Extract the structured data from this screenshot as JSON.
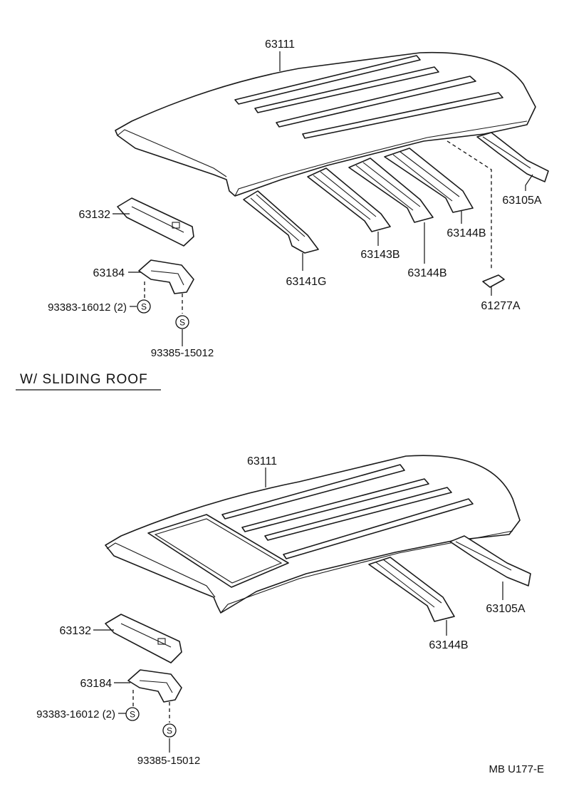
{
  "diagram": {
    "section_title": "W/ SLIDING ROOF",
    "footer_code": "MB U177-E",
    "fastener_symbol": "S",
    "top_assembly": {
      "roof_panel": "63111",
      "front_header": "63132",
      "bracket": "63184",
      "screw_a": "93383-16012 (2)",
      "screw_b": "93385-15012",
      "bow_front": "63141G",
      "bow_center": "63143B",
      "bow_a": "63144B",
      "bow_b": "63144B",
      "rear_rail": "63105A",
      "cover": "61277A"
    },
    "bottom_assembly": {
      "roof_panel": "63111",
      "front_header": "63132",
      "bracket": "63184",
      "screw_a": "93383-16012 (2)",
      "screw_b": "93385-15012",
      "rear_rail": "63105A",
      "bow": "63144B"
    }
  }
}
